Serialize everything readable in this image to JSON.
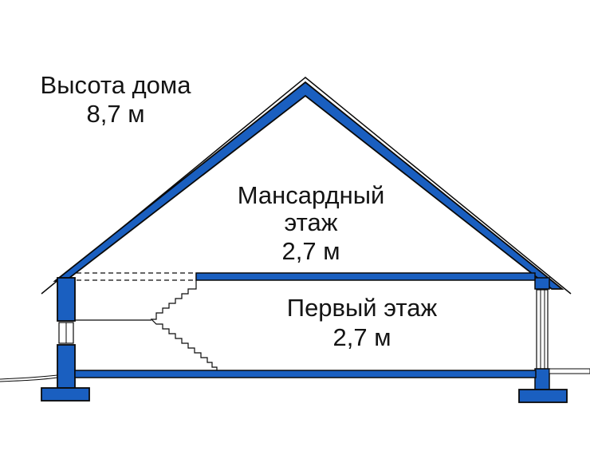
{
  "labels": {
    "house_height_title": "Высота дома",
    "house_height_value": "8,7 м",
    "attic_title_line1": "Мансардный",
    "attic_title_line2": "этаж",
    "attic_height_value": "2,7 м",
    "first_floor_title": "Первый этаж",
    "first_floor_height_value": "2,7 м"
  },
  "colors": {
    "structure_fill": "#1a5fc0",
    "outline": "#0a0a0a",
    "background": "#ffffff"
  }
}
